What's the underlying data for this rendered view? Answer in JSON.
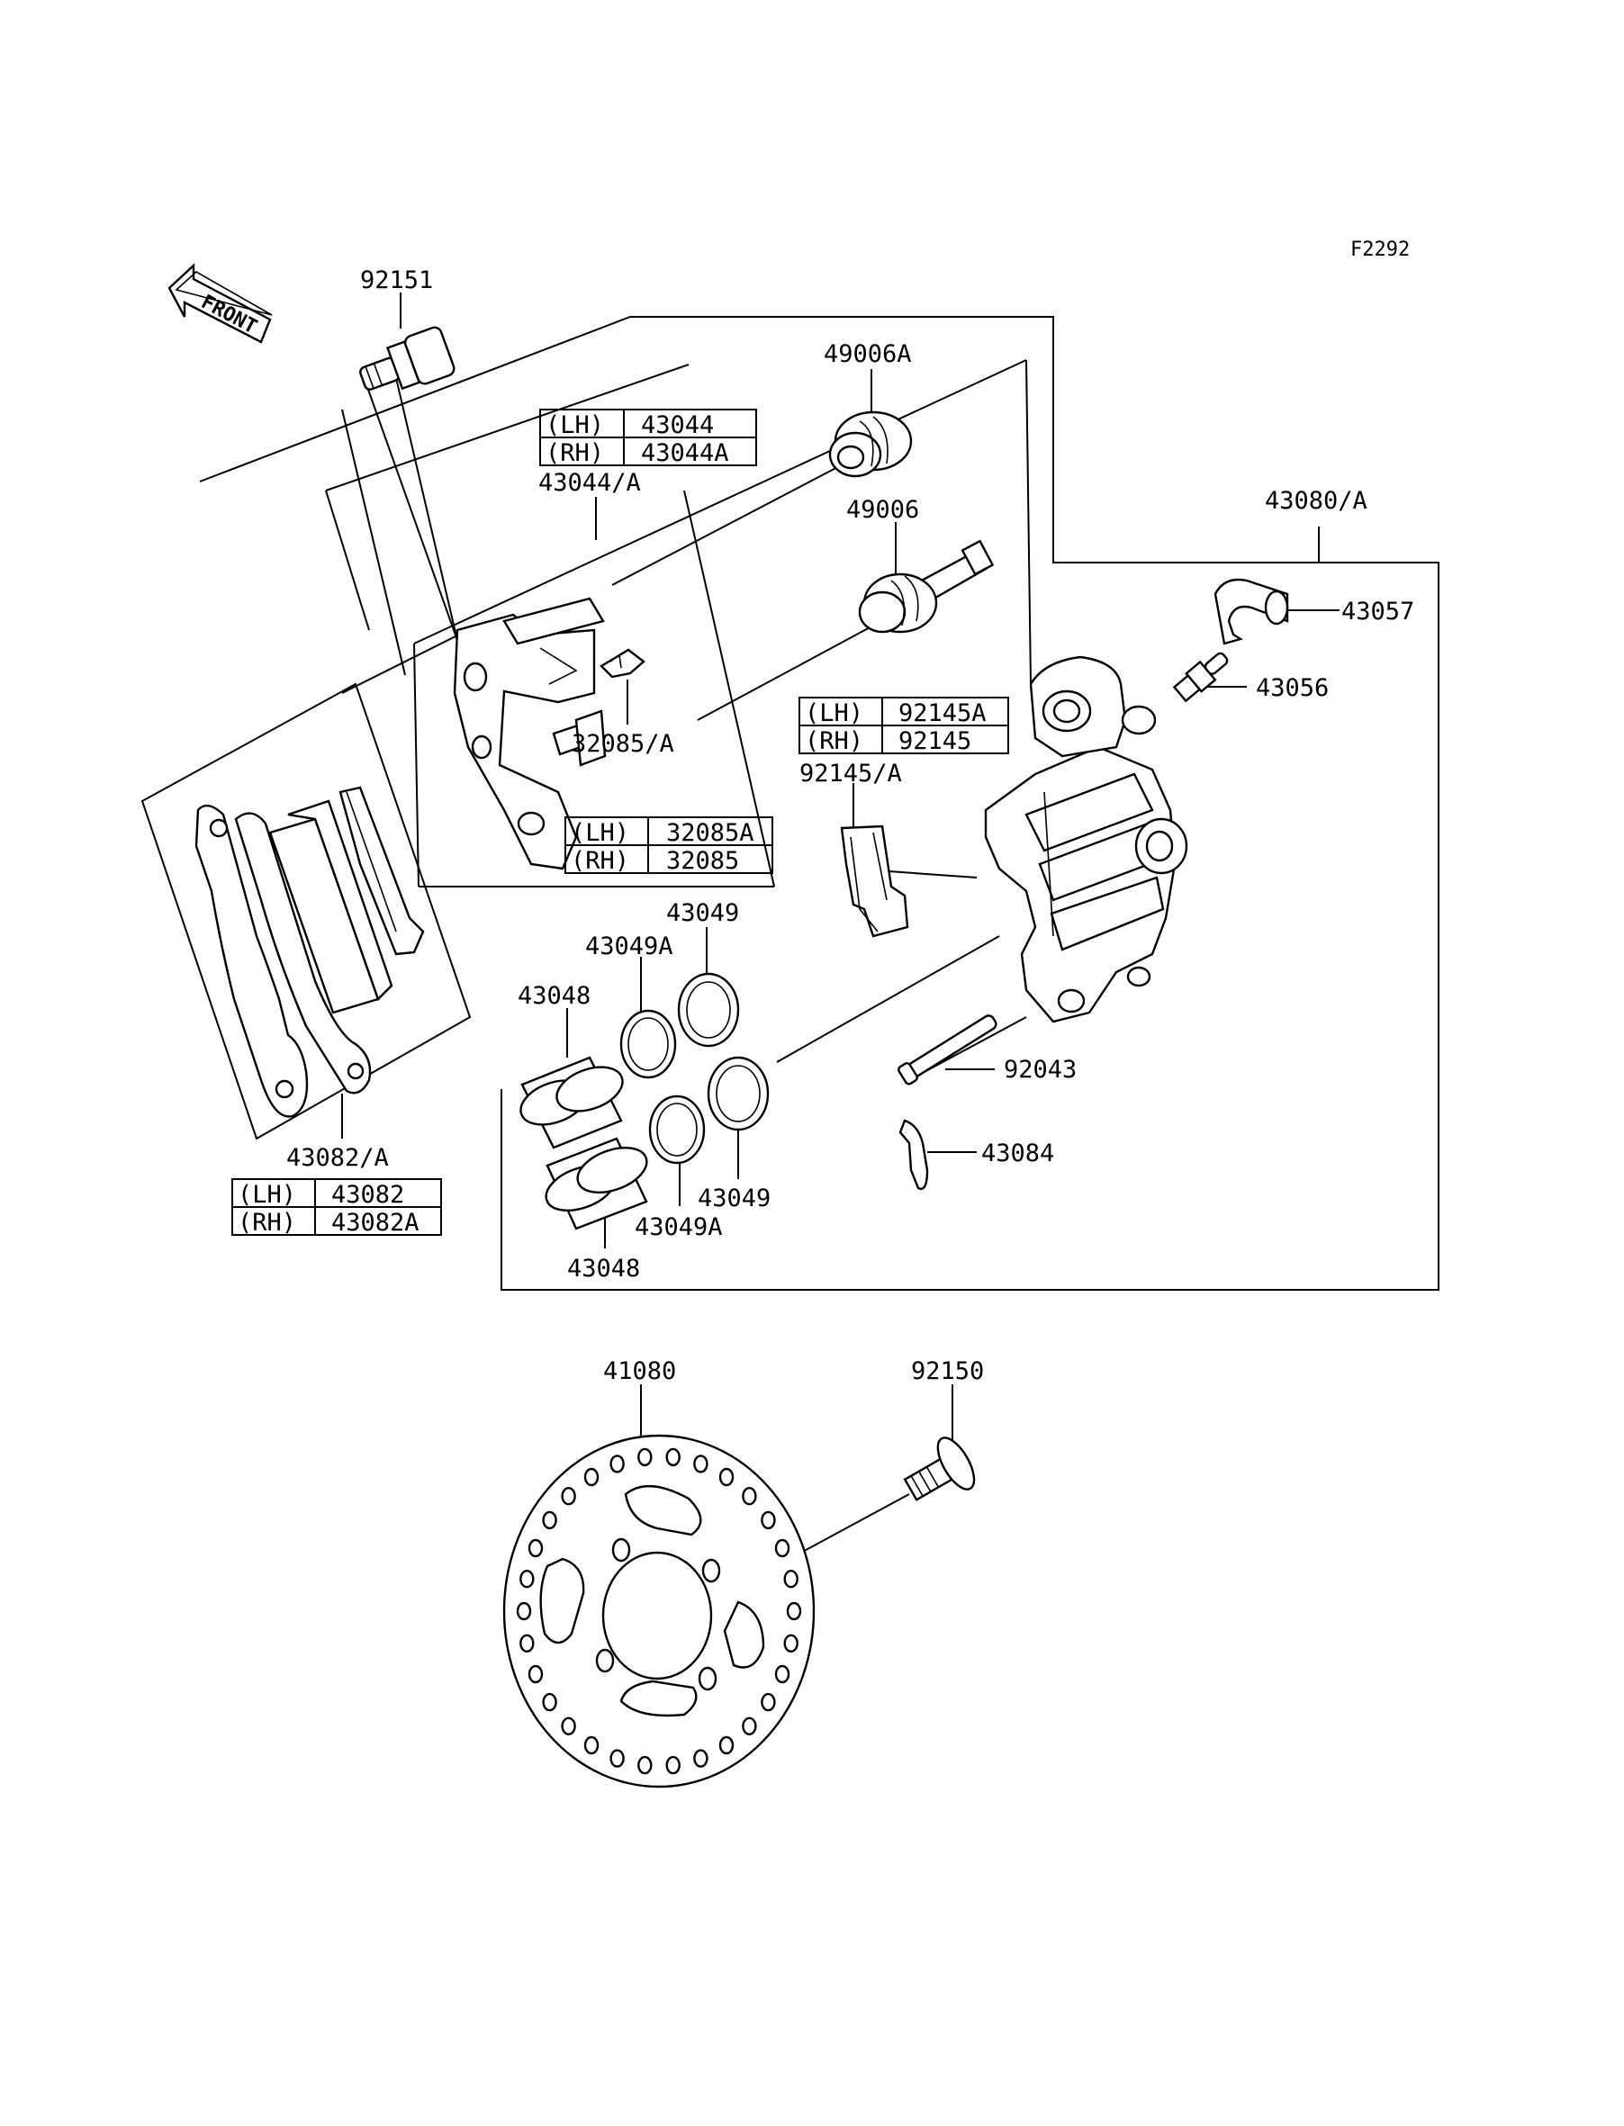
{
  "figure_code": "F2292",
  "front_label": "FRONT",
  "labels": {
    "l92151": "92151",
    "l49006A": "49006A",
    "l49006": "49006",
    "l43044A": "43044/A",
    "l43080A": "43080/A",
    "l43057": "43057",
    "l43056": "43056",
    "l32085A": "32085/A",
    "l92145A": "92145/A",
    "l43049_top": "43049",
    "l43049A_top": "43049A",
    "l43048_top": "43048",
    "l92043": "92043",
    "l43084": "43084",
    "l43049_bot": "43049",
    "l43049A_bot": "43049A",
    "l43048_bot": "43048",
    "l43082A": "43082/A",
    "l41080": "41080",
    "l92150": "92150"
  },
  "tables": {
    "t43044": [
      [
        "(LH)",
        "43044"
      ],
      [
        "(RH)",
        "43044A"
      ]
    ],
    "t92145": [
      [
        "(LH)",
        "92145A"
      ],
      [
        "(RH)",
        "92145"
      ]
    ],
    "t32085": [
      [
        "(LH)",
        "32085A"
      ],
      [
        "(RH)",
        "32085"
      ]
    ],
    "t43082": [
      [
        "(LH)",
        "43082"
      ],
      [
        "(RH)",
        "43082A"
      ]
    ]
  }
}
